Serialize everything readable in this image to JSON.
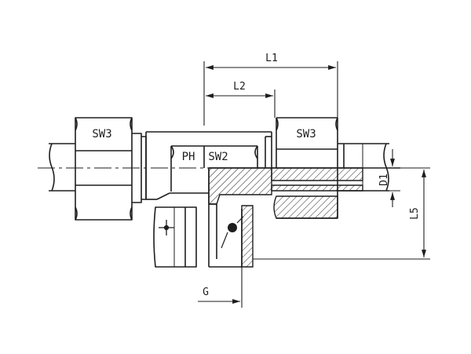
{
  "drawing": {
    "colors": {
      "line": "#1e1e1e",
      "hatch": "#1e1e1e",
      "background": "#ffffff"
    },
    "labels": {
      "sw3_left": "SW3",
      "sw3_right": "SW3",
      "ph": "PH",
      "sw2": "SW2",
      "l1": "L1",
      "l2": "L2",
      "d1": "D1",
      "l5": "L5",
      "g": "G"
    }
  }
}
